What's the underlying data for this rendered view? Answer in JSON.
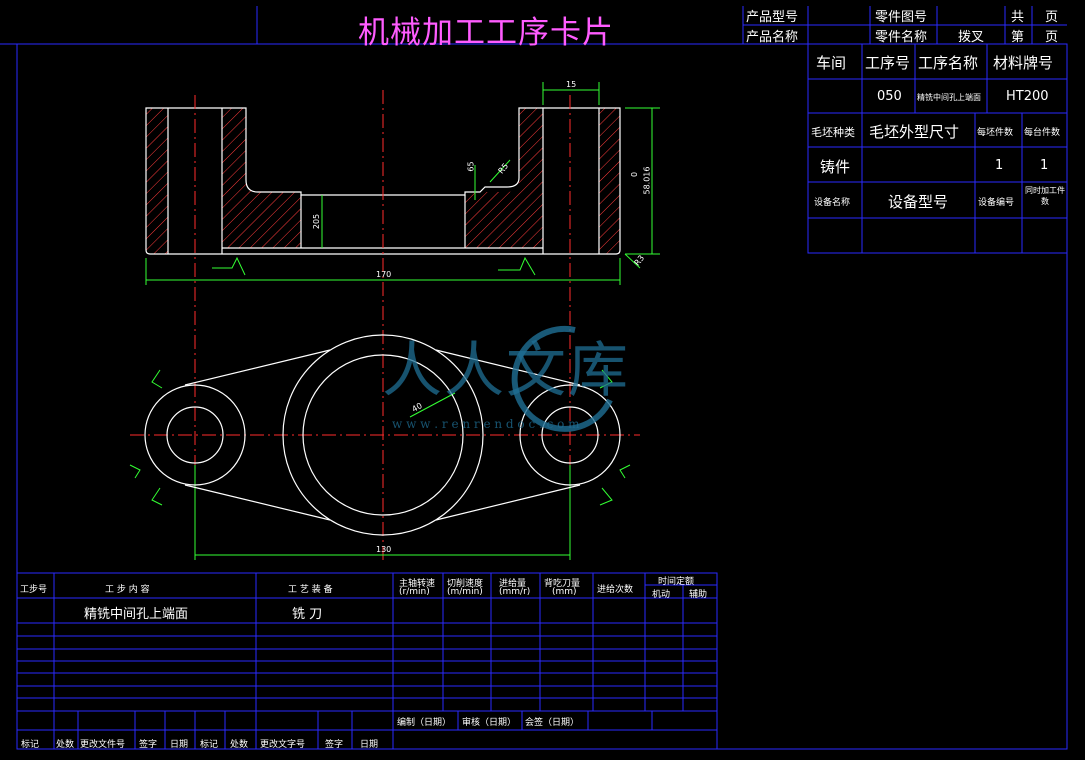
{
  "title": "机械加工工序卡片",
  "header": {
    "product_model_label": "产品型号",
    "product_name_label": "产品名称",
    "part_drawing_no_label": "零件图号",
    "part_name_label": "零件名称",
    "part_name_value": "拨叉",
    "total_label": "共",
    "total_unit": "页",
    "page_label": "第",
    "page_unit": "页"
  },
  "right_table": {
    "workshop": "车间",
    "process_no": "工序号",
    "process_name": "工序名称",
    "material": "材料牌号",
    "process_no_value": "050",
    "process_name_value": "精铣中间孔上端面",
    "material_value": "HT200",
    "blank_type_label": "毛坯种类",
    "blank_size_label": "毛坯外型尺寸",
    "parts_per_blank_label": "每坯件数",
    "parts_per_unit_label": "每台件数",
    "blank_type_value": "铸件",
    "parts_per_blank_value": "1",
    "parts_per_unit_value": "1",
    "equipment_name_label": "设备名称",
    "equipment_model_label": "设备型号",
    "equipment_no_label": "设备编号",
    "concurrent_label": "同时加工件数"
  },
  "drawing": {
    "dim_top_15": "15",
    "dim_65": "65",
    "dim_r5": "R5",
    "dim_205": "205",
    "dim_vertical": "58.016",
    "dim_vertical_zero": "0",
    "dim_170": "170",
    "dim_r3": "R3",
    "dim_r40": "40",
    "dim_130": "130"
  },
  "watermark": {
    "text": "人人文库",
    "url": "w w w . r e n r e n d o c . c o m"
  },
  "steps_table": {
    "step_no": "工步号",
    "step_content": "工 步 内 容",
    "process_equipment": "工 艺 装 备",
    "spindle_speed": "主轴转速",
    "spindle_speed_unit": "(r/min)",
    "cutting_speed": "切削速度",
    "cutting_speed_unit": "(m/min)",
    "feed": "进给量",
    "feed_unit": "(mm/r)",
    "depth": "背吃刀量",
    "depth_unit": "(mm)",
    "passes": "进给次数",
    "time_quota": "时间定额",
    "machine_time": "机动",
    "aux_time": "辅助",
    "row1_content": "精铣中间孔上端面",
    "row1_equipment": "铣 刀"
  },
  "footer": {
    "compile": "编制（日期）",
    "review": "审核（日期）",
    "countersign": "会签（日期）",
    "mark": "标记",
    "count": "处数",
    "change_doc": "更改文件号",
    "sign": "签字",
    "date": "日期",
    "mark2": "标记",
    "count2": "处数",
    "change_doc2": "更改文字号",
    "sign2": "签字",
    "date2": "日期"
  }
}
